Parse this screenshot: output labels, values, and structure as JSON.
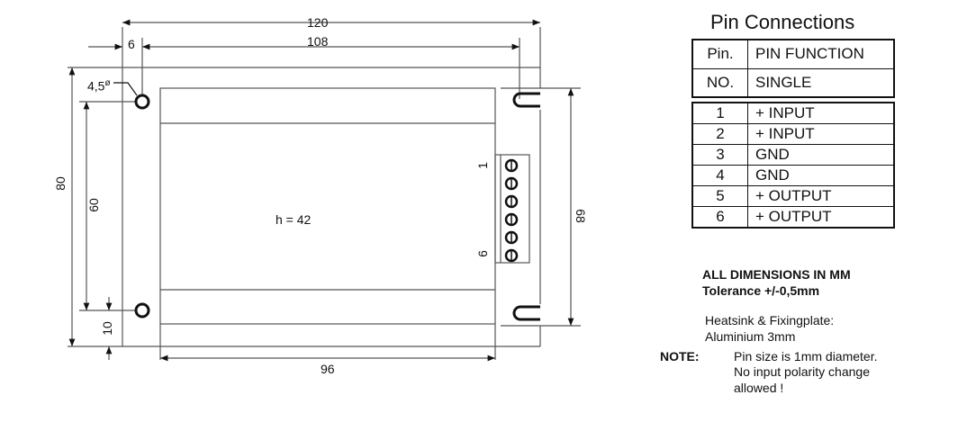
{
  "drawing": {
    "dims": {
      "overall_width": "120",
      "hole_spacing_width": "108",
      "hole_offset": "6",
      "hole_diameter": "4,5",
      "diameter_symbol": "ø",
      "overall_height": "80",
      "hole_spacing_height": "60",
      "hole_offset_height": "10",
      "slot_spacing": "68",
      "heatsink_width": "96",
      "height_label": "h = 42"
    },
    "pin_labels": {
      "first": "1",
      "last": "6"
    }
  },
  "pin_table": {
    "title": "Pin Connections",
    "header": {
      "col1_row1": "Pin.",
      "col2_row1": "PIN FUNCTION",
      "col1_row2": "NO.",
      "col2_row2": "SINGLE"
    },
    "rows": [
      {
        "pin": "1",
        "function": "+ INPUT"
      },
      {
        "pin": "2",
        "function": "+ INPUT"
      },
      {
        "pin": "3",
        "function": "GND"
      },
      {
        "pin": "4",
        "function": "GND"
      },
      {
        "pin": "5",
        "function": "+ OUTPUT"
      },
      {
        "pin": "6",
        "function": "+ OUTPUT"
      }
    ]
  },
  "notes": {
    "dims_line1": "ALL DIMENSIONS IN MM",
    "dims_line2": "Tolerance +/-0,5mm",
    "material_line1": "Heatsink & Fixingplate:",
    "material_line2": "Aluminium 3mm",
    "note_label": "NOTE:",
    "note_lines": [
      "Pin size is 1mm diameter.",
      "No input polarity change",
      "allowed !"
    ]
  }
}
